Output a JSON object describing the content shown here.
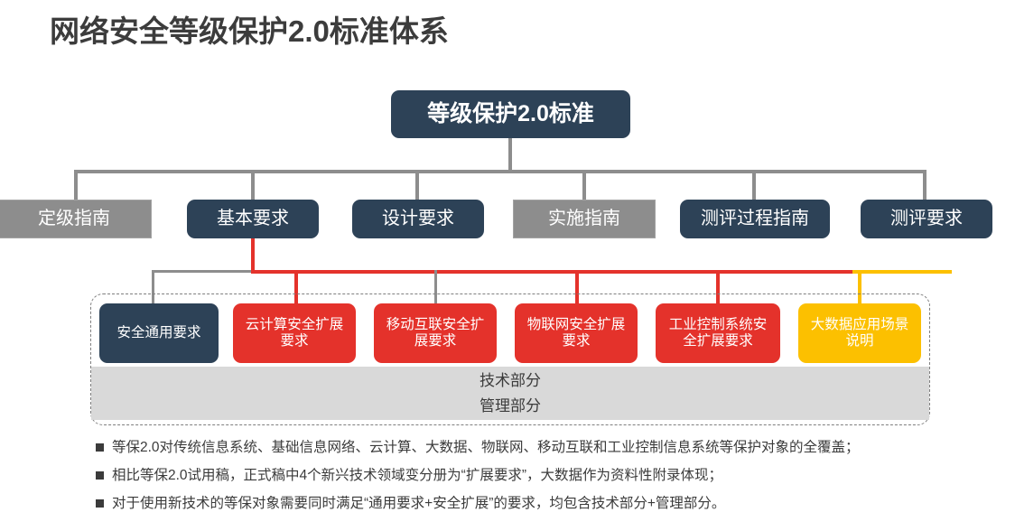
{
  "page": {
    "title": "网络安全等级保护2.0标准体系"
  },
  "colors": {
    "navy": "#2d4257",
    "gray": "#8d8d8d",
    "red": "#e4322b",
    "amber": "#fcc000",
    "band": "#d9d9d9",
    "text": "#3b3b3b"
  },
  "diagram": {
    "root": {
      "label": "等级保护2.0标准",
      "style": "navy"
    },
    "level2": [
      {
        "label": "定级指南",
        "style": "gray"
      },
      {
        "label": "基本要求",
        "style": "navy"
      },
      {
        "label": "设计要求",
        "style": "navy"
      },
      {
        "label": "实施指南",
        "style": "gray"
      },
      {
        "label": "测评过程指南",
        "style": "navy"
      },
      {
        "label": "测评要求",
        "style": "navy"
      }
    ],
    "level3": [
      {
        "label": "安全通用要求",
        "style": "navy"
      },
      {
        "label": "云计算安全扩展要求",
        "style": "red"
      },
      {
        "label": "移动互联安全扩展要求",
        "style": "red"
      },
      {
        "label": "物联网安全扩展要求",
        "style": "red"
      },
      {
        "label": "工业控制系统安全扩展要求",
        "style": "red"
      },
      {
        "label": "大数据应用场景说明",
        "style": "amber"
      }
    ],
    "band": {
      "line1": "技术部分",
      "line2": "管理部分"
    }
  },
  "notes": [
    "等保2.0对传统信息系统、基础信息网络、云计算、大数据、物联网、移动互联和工业控制信息系统等保护对象的全覆盖；",
    "相比等保2.0试用稿，正式稿中4个新兴技术领域变分册为“扩展要求”，大数据作为资料性附录体现；",
    "对于使用新技术的等保对象需要同时满足“通用要求+安全扩展”的要求，均包含技术部分+管理部分。"
  ]
}
